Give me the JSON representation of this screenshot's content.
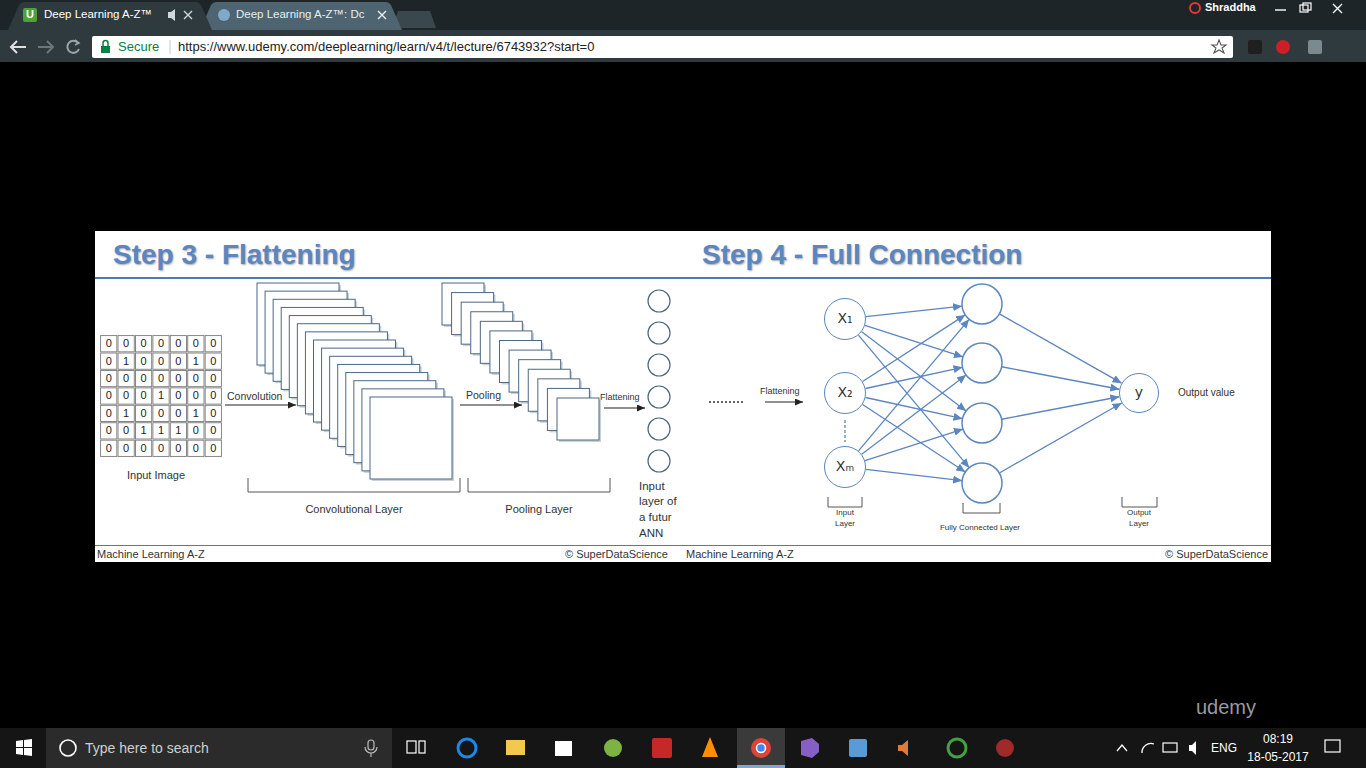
{
  "diagram": {
    "nodes": [
      {
        "text": [
          "X₁"
        ]
      },
      {
        "text": [
          "X₂"
        ]
      },
      {
        "text": [
          "Xₘ"
        ]
      },
      {
        "text": [
          "y"
        ]
      }
    ],
    "labels": [
      "U",
      "Deep Learning A-Z™",
      "Deep Learning A-Z™: Dc",
      "Shraddha",
      "Secure",
      "https://www.udemy.com/deeplearning/learn/v4/t/lecture/6743932?start=0",
      "Step 3 - Flattening",
      "Step 4 - Full Connection",
      "0",
      "0",
      "0",
      "0",
      "0",
      "0",
      "0",
      "0",
      "1",
      "0",
      "0",
      "0",
      "1",
      "0",
      "0",
      "0",
      "0",
      "0",
      "0",
      "0",
      "0",
      "0",
      "0",
      "0",
      "1",
      "0",
      "0",
      "0",
      "0",
      "1",
      "0",
      "0",
      "0",
      "1",
      "0",
      "0",
      "0",
      "1",
      "1",
      "1",
      "0",
      "0",
      "0",
      "0",
      "0",
      "0",
      "0",
      "0",
      "0",
      "Convolution",
      "Pooling",
      "Flattening",
      "Input Image",
      "Convolutional Layer",
      "Pooling Layer",
      "Input layer of a futur ANN",
      "Flattening",
      "Output value",
      "Input Layer",
      "Fully Connected Layer",
      "Output Layer",
      "Machine Learning A-Z",
      "© SuperDataScience",
      "Machine Learning A-Z",
      "© SuperDataScience",
      "udemy",
      "Type here to search",
      "ENG",
      "08:19",
      "18-05-2017"
    ]
  }
}
